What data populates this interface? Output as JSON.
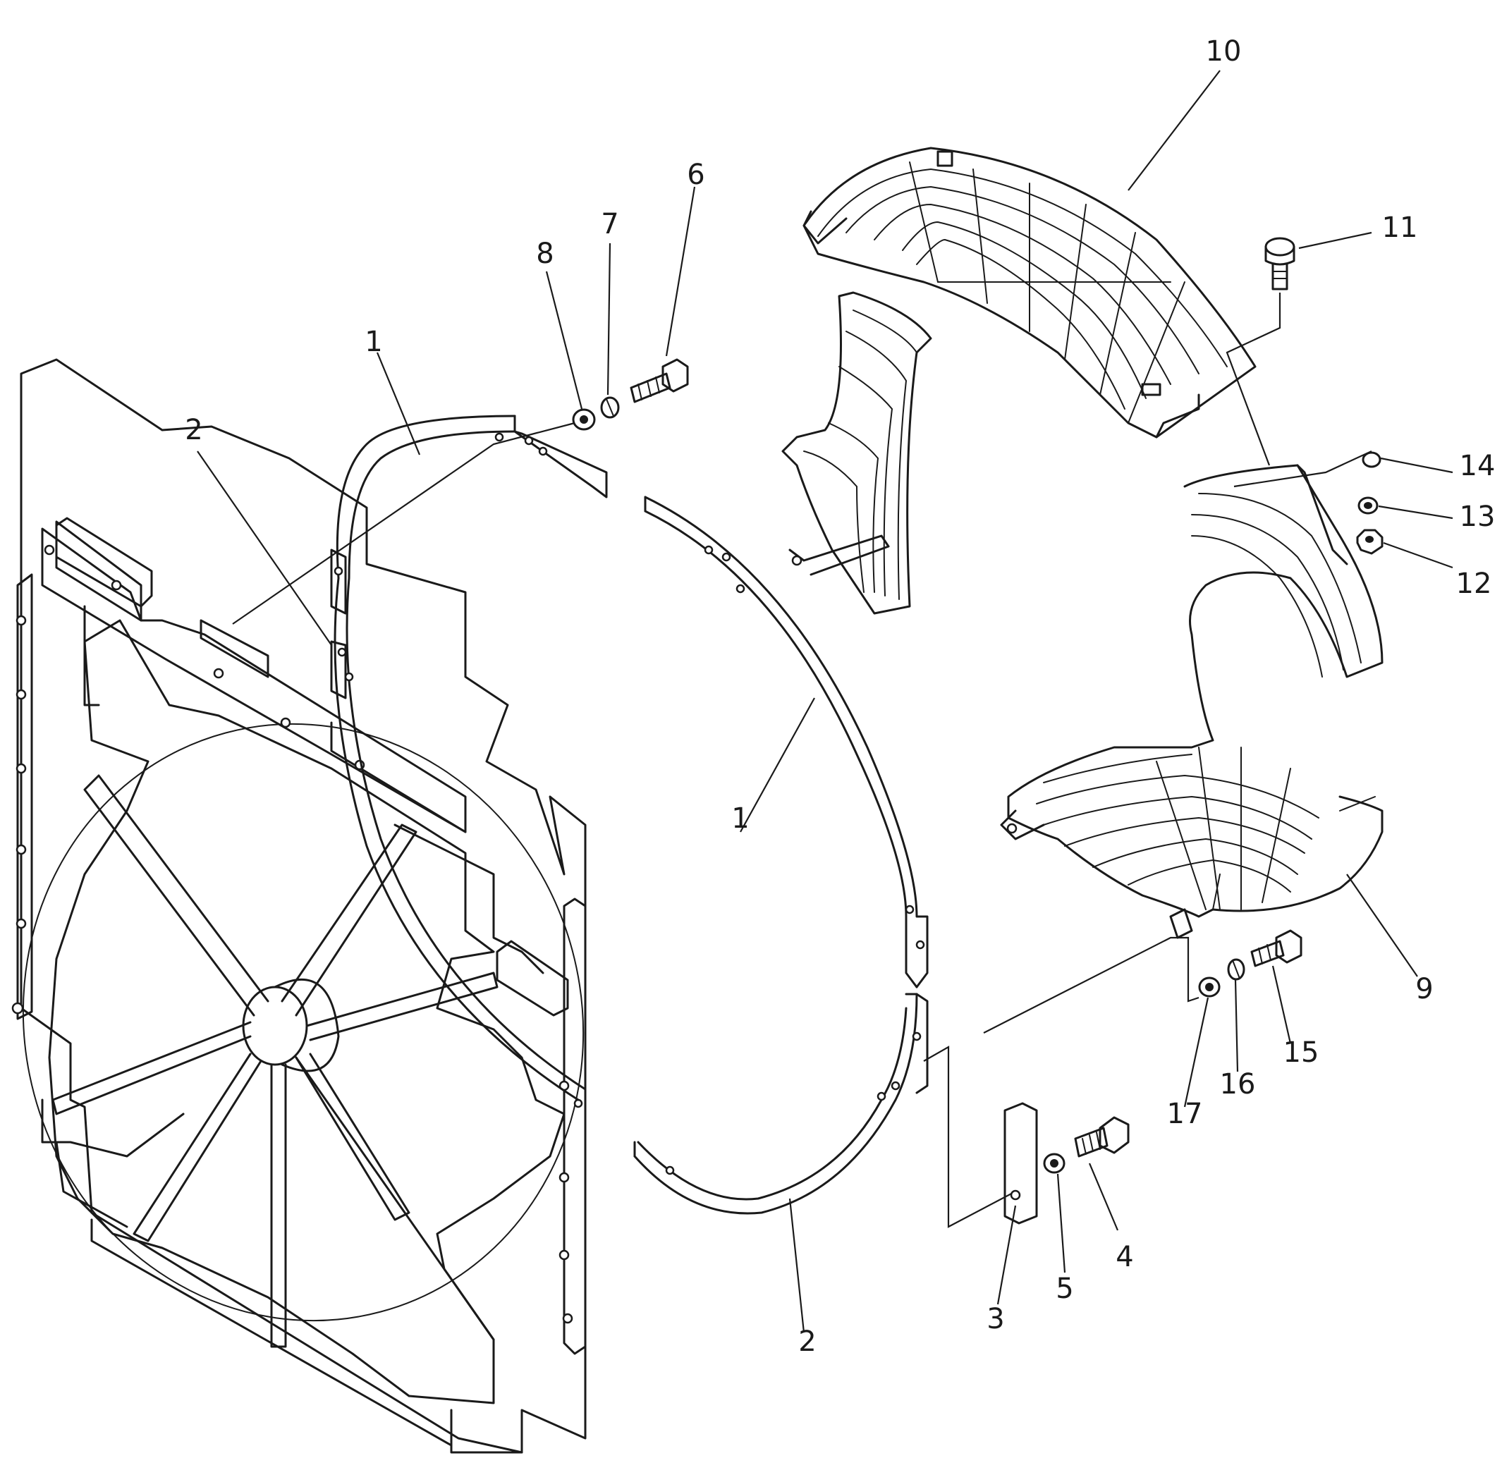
{
  "callouts": [
    {
      "id": "c10",
      "text": "10"
    },
    {
      "id": "c6",
      "text": "6"
    },
    {
      "id": "c7",
      "text": "7"
    },
    {
      "id": "c8",
      "text": "8"
    },
    {
      "id": "c11",
      "text": "11"
    },
    {
      "id": "c1a",
      "text": "1"
    },
    {
      "id": "c2a",
      "text": "2"
    },
    {
      "id": "c14",
      "text": "14"
    },
    {
      "id": "c13",
      "text": "13"
    },
    {
      "id": "c12",
      "text": "12"
    },
    {
      "id": "c1b",
      "text": "1"
    },
    {
      "id": "c9",
      "text": "9"
    },
    {
      "id": "c15",
      "text": "15"
    },
    {
      "id": "c16",
      "text": "16"
    },
    {
      "id": "c17",
      "text": "17"
    },
    {
      "id": "c4",
      "text": "4"
    },
    {
      "id": "c5",
      "text": "5"
    },
    {
      "id": "c3",
      "text": "3"
    },
    {
      "id": "c2b",
      "text": "2"
    }
  ]
}
